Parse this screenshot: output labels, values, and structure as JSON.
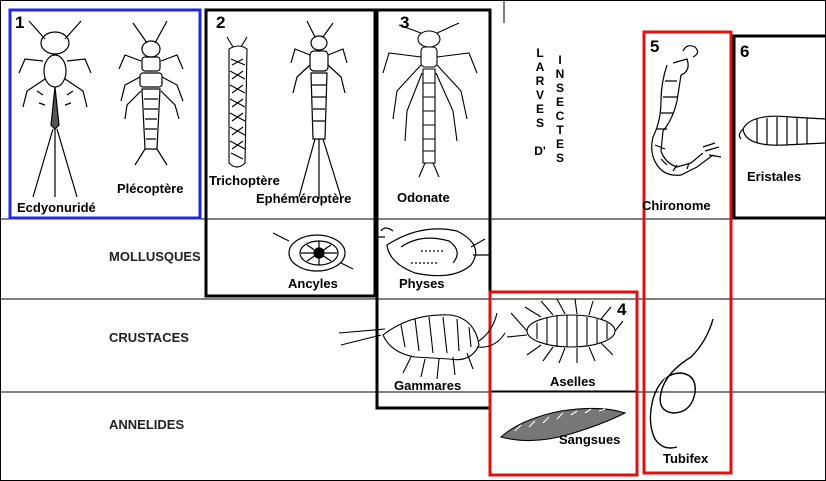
{
  "groups": [
    {
      "number": "1",
      "color": "#1f2bd6"
    },
    {
      "number": "2",
      "color": "#000000"
    },
    {
      "number": "3",
      "color": "#000000"
    },
    {
      "number": "4",
      "color": "#e01010"
    },
    {
      "number": "5",
      "color": "#e01010"
    },
    {
      "number": "6",
      "color": "#000000"
    }
  ],
  "row_labels": {
    "mollusques": "MOLLUSQUES",
    "crustaces": "CRUSTACES",
    "annelides": "ANNELIDES"
  },
  "insect_larvae_label": {
    "col1": [
      "L",
      "A",
      "R",
      "V",
      "E",
      "S",
      "D'"
    ],
    "col2": [
      "I",
      "N",
      "S",
      "E",
      "C",
      "T",
      "E",
      "S"
    ]
  },
  "organisms": {
    "ecdyonuride": "Ecdyonuridé",
    "plecoptere": "Plécoptère",
    "trichoptere": "Trichoptère",
    "ephemeroptere": "Ephéméroptère",
    "odonate": "Odonate",
    "chironome": "Chironome",
    "eristales": "Eristales",
    "ancyles": "Ancyles",
    "physes": "Physes",
    "gammares": "Gammares",
    "aselles": "Aselles",
    "sangsues": "Sangsues",
    "tubifex": "Tubifex"
  },
  "icons": [
    "mayfly-larva",
    "stonefly-larva",
    "caddisfly-larva",
    "mayfly-nymph",
    "dragonfly-larva",
    "midge-larva",
    "rat-tailed-maggot",
    "limpet-shell",
    "bladder-snail",
    "amphipod",
    "isopod",
    "leech",
    "tubifex-worm"
  ]
}
